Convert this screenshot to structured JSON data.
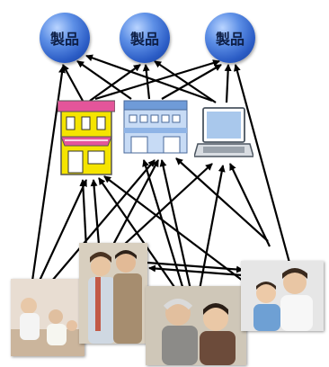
{
  "products": [
    {
      "label": "製品"
    },
    {
      "label": "製品"
    },
    {
      "label": "製品"
    }
  ],
  "channels": [
    {
      "icon": "shop-icon"
    },
    {
      "icon": "department-store-icon"
    },
    {
      "icon": "laptop-icon"
    }
  ],
  "photos": [
    {
      "icon": "family-photo"
    },
    {
      "icon": "couple-photo"
    },
    {
      "icon": "senior-couple-photo"
    },
    {
      "icon": "mother-child-photo"
    }
  ],
  "colors": {
    "sphere": "#2a5bc4",
    "arrow": "#000000",
    "shop": "#f5e400",
    "shop_awning": "#e4559a",
    "department_store": "#8fb4e6",
    "laptop": "#a9c8ec"
  }
}
